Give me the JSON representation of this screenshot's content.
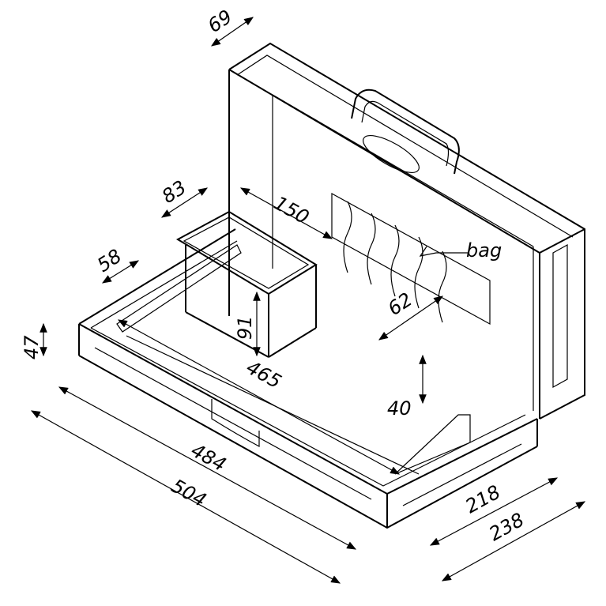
{
  "title": "Briefcase isometric drawing with dimensions",
  "dimensions": {
    "lid_depth": "69",
    "box_width": "83",
    "box_offset": "150",
    "wall_height_58": "58",
    "bag_label": "bag",
    "bag_gap": "62",
    "box_height": "91",
    "base_height": "47",
    "inner_length": "465",
    "clearance": "40",
    "mid_length": "484",
    "outer_length": "504",
    "inner_width": "218",
    "outer_width": "238"
  }
}
